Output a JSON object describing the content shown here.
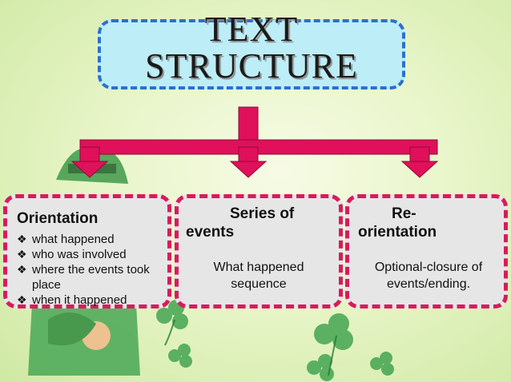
{
  "title": "TEXT\nSTRUCTURE",
  "cards": [
    {
      "title": "Orientation",
      "bullets": [
        "what happened",
        "who was involved",
        "where the events took place",
        "when it happened"
      ]
    },
    {
      "title": "Series of events",
      "body": "What happened sequence"
    },
    {
      "title": "Re-orientation",
      "body": "Optional-closure of events/ending."
    }
  ],
  "colors": {
    "connector": "#e0105a",
    "card_border": "#d81b5e",
    "title_border": "#2e6fd0",
    "title_fill": "#bdeef7"
  }
}
